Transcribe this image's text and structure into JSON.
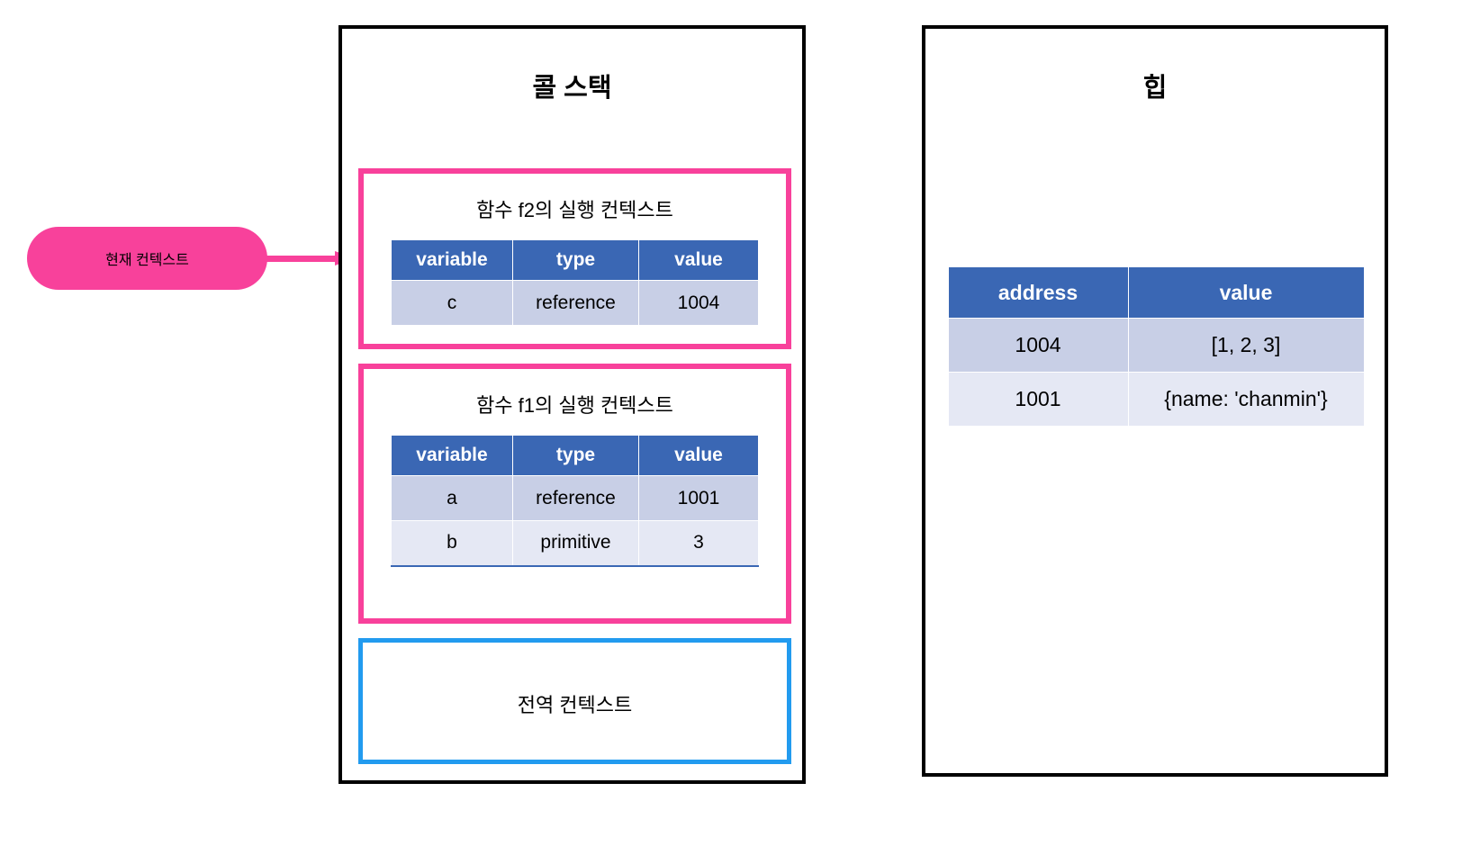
{
  "callout": {
    "label": "현재 컨텍스트",
    "pill_color": "#F8419B",
    "arrow_icon": "arrow-right-icon"
  },
  "callstack": {
    "title": "콜 스택",
    "border_color": "#000000",
    "frames": [
      {
        "id": "f2",
        "title": "함수 f2의 실행 컨텍스트",
        "highlight_color": "#F8419B",
        "columns": [
          "variable",
          "type",
          "value"
        ],
        "rows": [
          {
            "variable": "c",
            "type": "reference",
            "value": "1004"
          }
        ]
      },
      {
        "id": "f1",
        "title": "함수 f1의 실행 컨텍스트",
        "highlight_color": "#F8419B",
        "columns": [
          "variable",
          "type",
          "value"
        ],
        "rows": [
          {
            "variable": "a",
            "type": "reference",
            "value": "1001"
          },
          {
            "variable": "b",
            "type": "primitive",
            "value": "3"
          }
        ]
      },
      {
        "id": "global",
        "title": "전역 컨텍스트",
        "highlight_color": "#229BEF",
        "columns": [],
        "rows": []
      }
    ]
  },
  "heap": {
    "title": "힙",
    "border_color": "#000000",
    "columns": [
      "address",
      "value"
    ],
    "rows": [
      {
        "address": "1004",
        "value": "[1, 2, 3]"
      },
      {
        "address": "1001",
        "value": "{name: 'chanmin'}"
      }
    ]
  },
  "theme": {
    "table_header_bg": "#3A67B4",
    "table_row_alt1_bg": "#C8CFE6",
    "table_row_alt2_bg": "#E5E8F4"
  }
}
